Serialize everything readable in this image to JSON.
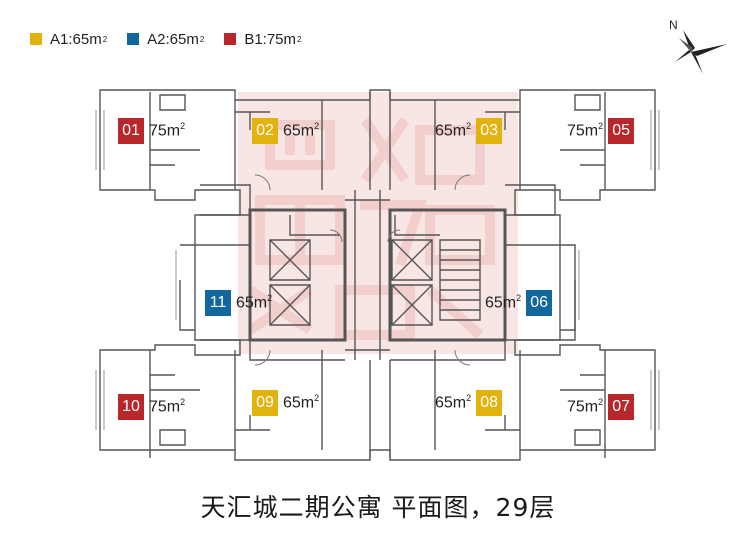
{
  "legend": [
    {
      "label": "A1:65m",
      "sup": "2",
      "color": "#e2b20e"
    },
    {
      "label": "A2:65m",
      "sup": "2",
      "color": "#12679e"
    },
    {
      "label": "B1:75m",
      "sup": "2",
      "color": "#b8272b"
    }
  ],
  "compass": {
    "label": "N"
  },
  "caption": "天汇城二期公寓 平面图，29层",
  "units": [
    {
      "no": "01",
      "area": "75m",
      "sup": "2",
      "type": "B1",
      "color": "#b8272b"
    },
    {
      "no": "02",
      "area": "65m",
      "sup": "2",
      "type": "A1",
      "color": "#e2b20e"
    },
    {
      "no": "03",
      "area": "65m",
      "sup": "2",
      "type": "A1",
      "color": "#e2b20e"
    },
    {
      "no": "05",
      "area": "75m",
      "sup": "2",
      "type": "B1",
      "color": "#b8272b"
    },
    {
      "no": "11",
      "area": "65m",
      "sup": "2",
      "type": "A2",
      "color": "#12679e"
    },
    {
      "no": "06",
      "area": "65m",
      "sup": "2",
      "type": "A2",
      "color": "#12679e"
    },
    {
      "no": "10",
      "area": "75m",
      "sup": "2",
      "type": "B1",
      "color": "#b8272b"
    },
    {
      "no": "09",
      "area": "65m",
      "sup": "2",
      "type": "A1",
      "color": "#e2b20e"
    },
    {
      "no": "08",
      "area": "65m",
      "sup": "2",
      "type": "A1",
      "color": "#e2b20e"
    },
    {
      "no": "07",
      "area": "75m",
      "sup": "2",
      "type": "B1",
      "color": "#b8272b"
    }
  ]
}
